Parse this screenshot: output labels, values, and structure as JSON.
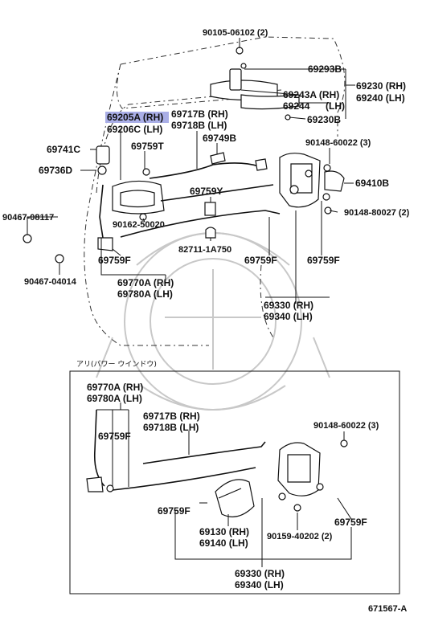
{
  "section_title": "アリ(パワー ウインドウ)",
  "figure_code": "671567-A",
  "highlight_color": "#a9aee6",
  "upper": {
    "p90105": "90105-06102 (2)",
    "p69293B": "69293B",
    "p69230": "69230 (RH)",
    "p69240": "69240 (LH)",
    "p69243A": "69243A (RH)",
    "p69244": "69244",
    "p69244_lh": "(LH)",
    "p69230B": "69230B",
    "p69205A": "69205A (RH)",
    "p69206C": "69206C (LH)",
    "p69717B": "69717B (RH)",
    "p69718B": "69718B (LH)",
    "p69741C": "69741C",
    "p69759T": "69759T",
    "p69749B": "69749B",
    "p90148_60022": "90148-60022 (3)",
    "p69736D": "69736D",
    "p69410B": "69410B",
    "p69759Y": "69759Y",
    "p90467_08117": "90467-08117",
    "p90148_80027": "90148-80027 (2)",
    "p90162": "90162-50020",
    "p82711": "82711-1A750",
    "p69759F_a": "69759F",
    "p69759F_b": "69759F",
    "p69759F_c": "69759F",
    "p90467_04014": "90467-04014",
    "p69770A": "69770A (RH)",
    "p69780A": "69780A (LH)",
    "p69330": "69330 (RH)",
    "p69340": "69340 (LH)"
  },
  "lower": {
    "p69770A": "69770A (RH)",
    "p69780A": "69780A (LH)",
    "p69759F_a": "69759F",
    "p69717B": "69717B (RH)",
    "p69718B": "69718B (LH)",
    "p90148_60022": "90148-60022 (3)",
    "p69759F_b": "69759F",
    "p69130": "69130 (RH)",
    "p69140": "69140 (LH)",
    "p90159": "90159-40202 (2)",
    "p69759F_c": "69759F",
    "p69330": "69330 (RH)",
    "p69340": "69340 (LH)"
  }
}
